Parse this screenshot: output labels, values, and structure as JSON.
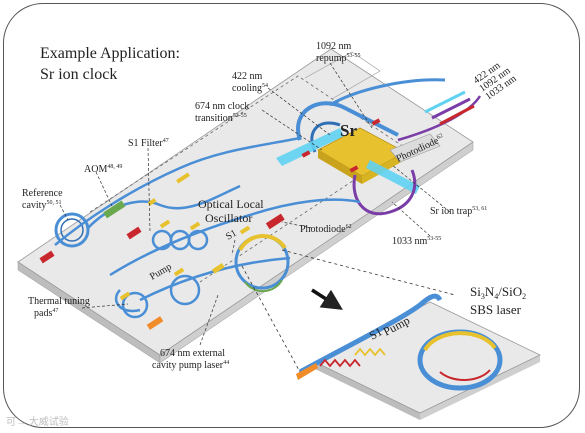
{
  "title": {
    "line1": "Example Application:",
    "line2": "Sr ion clock"
  },
  "labels": {
    "repump_1092": "1092 nm",
    "repump_1092_b": "repump",
    "repump_1092_ref": "53-55",
    "cooling_422": "422 nm",
    "cooling_422_b": "cooling",
    "cooling_422_ref": "54",
    "clock_674": "674 nm clock",
    "clock_674_b": "transition",
    "clock_674_ref": "53-55",
    "beam_422": "422 nm",
    "beam_1092": "1092 nm",
    "beam_1033": "1033 nm",
    "sr": "Sr",
    "photodiode_trap": "Photodiode",
    "photodiode_trap_ref": "62",
    "s1_filter": "S1 Filter",
    "s1_filter_ref": "47",
    "aom": "AOM",
    "aom_ref": "48, 49",
    "reference_cavity": "Reference",
    "reference_cavity_b": "cavity",
    "reference_cavity_ref": "50, 51",
    "olo_1": "Optical Local",
    "olo_2": "Oscillator",
    "photodiode_chip": "Photodiode",
    "photodiode_chip_ref": "62",
    "s1": "S1",
    "pump": "Pump",
    "sr_ion_trap": "Sr ion trap",
    "sr_ion_trap_ref": "53, 61",
    "nm1033": "1033 nm",
    "nm1033_ref": "53-55",
    "thermal_1": "Thermal tuning",
    "thermal_2": "pads",
    "thermal_ref": "47",
    "ext_1": "674 nm external",
    "ext_2": "cavity pump laser",
    "ext_ref": "44",
    "sbs_1": "Si",
    "sbs_sub3": "3",
    "sbs_n": "N",
    "sbs_sub4": "4",
    "sbs_sio": "/SiO",
    "sbs_sub2": "2",
    "sbs_2": "SBS laser",
    "inset_s1": "S1",
    "inset_pump": "Pump"
  },
  "watermark": "可→ 大威试验",
  "colors": {
    "chip_top": "#e9e9e9",
    "chip_side": "#bdbdbd",
    "waveguide": "#4a8fd6",
    "waveguide_dark": "#2f6fb5",
    "gold": "#e8c22e",
    "red_pad": "#c8282d",
    "green_pad": "#6aa84f",
    "orange_pad": "#f08c2a",
    "cyan_beam": "#5fd2f2",
    "purple_beam": "#7a3da8"
  }
}
